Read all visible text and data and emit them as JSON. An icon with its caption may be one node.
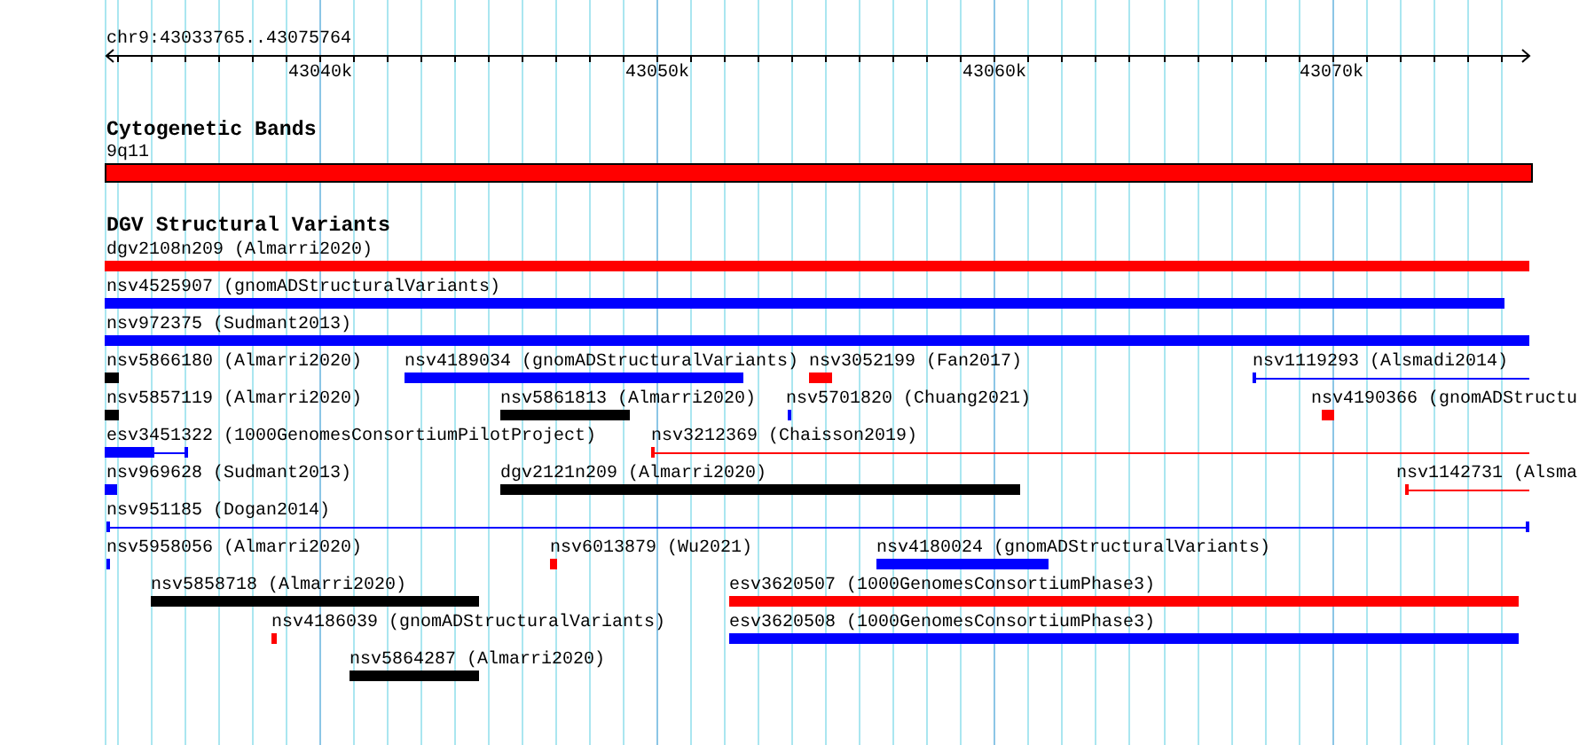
{
  "diagram": {
    "nodes": [
      {
        "text": [
          "9q11"
        ]
      },
      {
        "text": [
          "dgv2108n209 (Almarri2020)"
        ]
      },
      {
        "text": [
          "nsv4525907 (gnomADStructuralVariants)"
        ]
      },
      {
        "text": [
          "nsv972375 (Sudmant2013)"
        ]
      },
      {
        "text": [
          "nsv5866180 (Almarri2020)"
        ]
      },
      {
        "text": [
          "nsv4189034 (gnomADStructuralVariants)"
        ]
      },
      {
        "text": [
          "nsv3052199 (Fan2017)"
        ]
      },
      {
        "text": [
          "nsv1119293 (Alsmadi2014)"
        ]
      },
      {
        "text": [
          "nsv5857119 (Almarri2020)"
        ]
      },
      {
        "text": [
          "nsv5861813 (Almarri2020)"
        ]
      },
      {
        "text": [
          "nsv5701820 (Chuang2021)"
        ]
      },
      {
        "text": [
          "nsv4190366 (gnomADStructu"
        ]
      },
      {
        "text": [
          "esv3451322 (1000GenomesConsortiumPilotProject)"
        ]
      },
      {
        "text": [
          "nsv3212369 (Chaisson2019)"
        ]
      },
      {
        "text": [
          "nsv969628 (Sudmant2013)"
        ]
      },
      {
        "text": [
          "dgv2121n209 (Almarri2020)"
        ]
      },
      {
        "text": [
          "nsv1142731 (Alsma"
        ]
      },
      {
        "text": [
          "nsv951185 (Dogan2014)"
        ]
      },
      {
        "text": [
          "nsv5958056 (Almarri2020)"
        ]
      },
      {
        "text": [
          "nsv6013879 (Wu2021)"
        ]
      },
      {
        "text": [
          "nsv4180024 (gnomADStructuralVariants)"
        ]
      },
      {
        "text": [
          "nsv5858718 (Almarri2020)"
        ]
      },
      {
        "text": [
          "esv3620507 (1000GenomesConsortiumPhase3)"
        ]
      },
      {
        "text": [
          "nsv4186039 (gnomADStructuralVariants)"
        ]
      },
      {
        "text": [
          "esv3620508 (1000GenomesConsortiumPhase3)"
        ]
      },
      {
        "text": [
          "nsv5864287 (Almarri2020)"
        ]
      }
    ],
    "labels": [
      "chr9:43033765..43075764",
      "43040k",
      "43050k",
      "43060k",
      "43070k",
      "Cytogenetic Bands",
      "DGV Structural Variants"
    ]
  }
}
